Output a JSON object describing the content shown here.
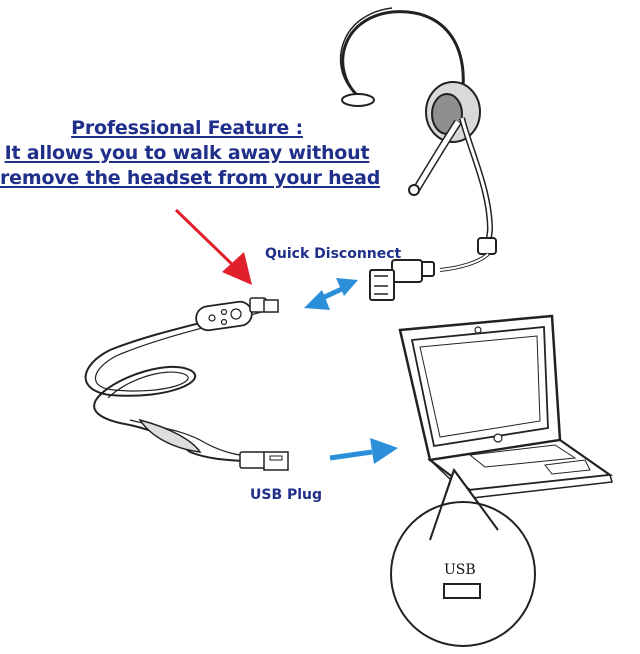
{
  "feature": {
    "line1": "Professional Feature :",
    "line2": "It allows you to walk away without",
    "line3": "remove the headset from your head"
  },
  "labels": {
    "quick_disconnect": "Quick Disconnect",
    "usb_plug": "USB Plug",
    "usb_port": "USB"
  },
  "colors": {
    "text_blue": "#1f2f8a",
    "arrow_red": "#e0202a",
    "arrow_blue": "#2a8fd8",
    "line": "#222222"
  }
}
